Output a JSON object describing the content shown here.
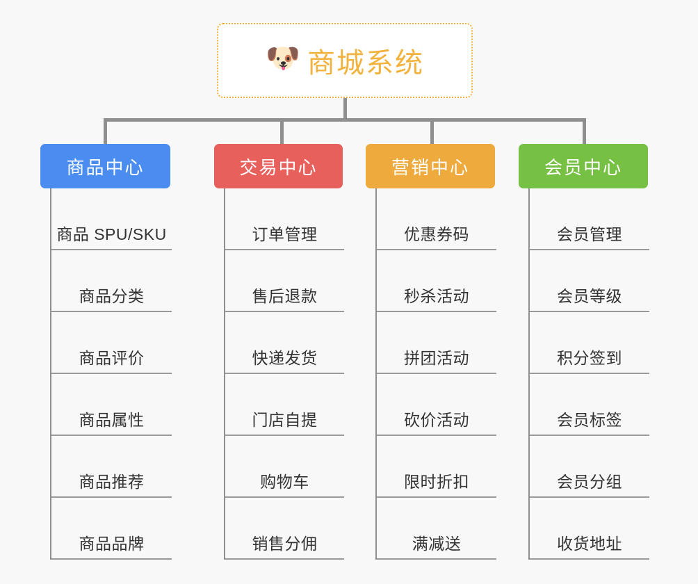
{
  "background_color": "#f8f8f8",
  "connector_color": "#8f8f8f",
  "root": {
    "title": "商城系统",
    "icon": "dog-face-icon",
    "icon_glyph": "🐶",
    "border_color": "#f2b23e",
    "text_color": "#f2b23e",
    "background": "#ffffff"
  },
  "columns": [
    {
      "header": "商品中心",
      "color": "#4a8cf0",
      "items": [
        "商品 SPU/SKU",
        "商品分类",
        "商品评价",
        "商品属性",
        "商品推荐",
        "商品品牌"
      ]
    },
    {
      "header": "交易中心",
      "color": "#e8605c",
      "items": [
        "订单管理",
        "售后退款",
        "快递发货",
        "门店自提",
        "购物车",
        "销售分佣"
      ]
    },
    {
      "header": "营销中心",
      "color": "#eeaa3c",
      "items": [
        "优惠券码",
        "秒杀活动",
        "拼团活动",
        "砍价活动",
        "限时折扣",
        "满减送"
      ]
    },
    {
      "header": "会员中心",
      "color": "#76c043",
      "items": [
        "会员管理",
        "会员等级",
        "积分签到",
        "会员标签",
        "会员分组",
        "收货地址"
      ]
    }
  ]
}
